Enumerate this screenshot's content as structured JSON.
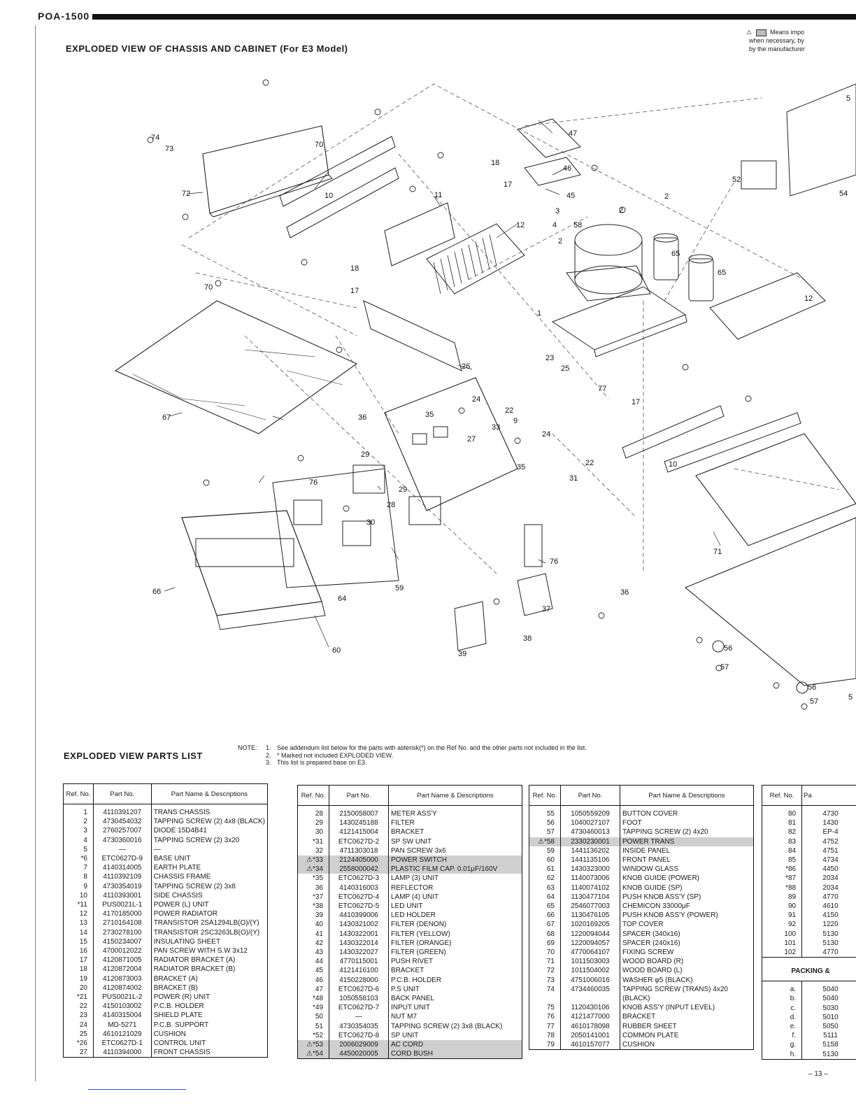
{
  "header": {
    "model": "POA-1500"
  },
  "title": "EXPLODED VIEW OF CHASSIS AND CABINET (For E3 Model)",
  "legend": [
    "Means impo",
    "when necessary, by",
    "by the manufacturer"
  ],
  "diagram_labels": [
    "74",
    "73",
    "72",
    "10",
    "18",
    "17",
    "47",
    "46",
    "45",
    "11",
    "12",
    "3",
    "4",
    "58",
    "2",
    "65",
    "52",
    "54",
    "70",
    "18",
    "17",
    "1",
    "26",
    "23",
    "25",
    "77",
    "17",
    "24",
    "22",
    "36",
    "35",
    "33",
    "9",
    "27",
    "67",
    "29",
    "76",
    "28",
    "30",
    "24",
    "35",
    "22",
    "31",
    "10",
    "59",
    "76",
    "66",
    "64",
    "60",
    "37",
    "38",
    "39",
    "36",
    "71",
    "56",
    "57",
    "56",
    "57",
    "5",
    "12"
  ],
  "parts": {
    "title": "EXPLODED VIEW PARTS LIST",
    "note_label": "NOTE:",
    "notes": [
      {
        "n": "1.",
        "text": "See addendum list below for the parts with asterisk(*) on the Ref No. and the other parts not included in the list."
      },
      {
        "n": "2.",
        "text": "* Marked not included EXPLODED VIEW."
      },
      {
        "n": "3.",
        "text": "This list is prepared base on E3."
      }
    ],
    "headers": {
      "ref": "Ref. No.",
      "part": "Part No.",
      "desc": "Part Name & Descriptions",
      "part_short": "Pa"
    },
    "col1": [
      [
        "1",
        "4110391207",
        "TRANS CHASSIS"
      ],
      [
        "2",
        "4730454032",
        "TAPPING SCREW (2) 4x8 (BLACK)"
      ],
      [
        "3",
        "2760257007",
        "DIODE 15D4B41"
      ],
      [
        "4",
        "4730360016",
        "TAPPING SCREW (2) 3x20"
      ],
      [
        "5",
        "—",
        "—"
      ],
      [
        "*6",
        "ETC0627D-9",
        "BASE UNIT"
      ],
      [
        "7",
        "4140314005",
        "EARTH PLATE"
      ],
      [
        "8",
        "4110392109",
        "CHASSIS FRAME"
      ],
      [
        "9",
        "4730354019",
        "TAPPING SCREW (2) 3x8"
      ],
      [
        "10",
        "4110393001",
        "SIDE CHASSIS"
      ],
      [
        "*11",
        "PUS0021L-1",
        "POWER (L) UNIT"
      ],
      [
        "12",
        "4170185000",
        "POWER RADIATOR"
      ],
      [
        "13",
        "2710164108",
        "TRANSISTOR 2SA1294LB(O)/(Y)"
      ],
      [
        "14",
        "2730278100",
        "TRANSISTOR 2SC3263LB(O)/(Y)"
      ],
      [
        "15",
        "4150234007",
        "INSULATING SHEET"
      ],
      [
        "16",
        "4700012022",
        "PAN SCREW WITH S.W 3x12"
      ],
      [
        "17",
        "4120871005",
        "RADIATOR BRACKET (A)"
      ],
      [
        "18",
        "4120872004",
        "RADIATOR BRACKET (B)"
      ],
      [
        "19",
        "4120873003",
        "BRACKET (A)"
      ],
      [
        "20",
        "4120874002",
        "BRACKET (B)"
      ],
      [
        "*21",
        "PUS0021L-2",
        "POWER (R) UNIT"
      ],
      [
        "22",
        "4150103002",
        "P.C.B. HOLDER"
      ],
      [
        "23",
        "4140315004",
        "SHIELD PLATE"
      ],
      [
        "24",
        "MD-5271",
        "P.C.B. SUPPORT"
      ],
      [
        "25",
        "4610121029",
        "CUSHION"
      ],
      [
        "*26",
        "ETC0627D-1",
        "CONTROL UNIT"
      ],
      [
        "27",
        "4110394000",
        "FRONT CHASSIS"
      ]
    ],
    "col2": [
      [
        "28",
        "2150058007",
        "METER ASS'Y"
      ],
      [
        "29",
        "1430245188",
        "FILTER"
      ],
      [
        "30",
        "4121415004",
        "BRACKET"
      ],
      [
        "*31",
        "ETC0627D-2",
        "SP SW UNIT"
      ],
      [
        "32",
        "4711303018",
        "PAN SCREW 3x6"
      ],
      [
        "⚠*33",
        "2124405000",
        "POWER SWITCH"
      ],
      [
        "⚠*34",
        "2558000042",
        "PLASTIC FILM CAP. 0.01μF/160V"
      ],
      [
        "*35",
        "ETC0627D-3",
        "LAMP (3) UNIT"
      ],
      [
        "36",
        "4140316003",
        "REFLECTOR"
      ],
      [
        "*37",
        "ETC0627D-4",
        "LAMP (4) UNIT"
      ],
      [
        "*38",
        "ETC0627D-5",
        "LED UNIT"
      ],
      [
        "39",
        "4410399006",
        "LED HOLDER"
      ],
      [
        "40",
        "1430321002",
        "FILTER (DENON)"
      ],
      [
        "41",
        "1430322001",
        "FILTER (YELLOW)"
      ],
      [
        "42",
        "1430322014",
        "FILTER (ORANGE)"
      ],
      [
        "43",
        "1430322027",
        "FILTER (GREEN)"
      ],
      [
        "44",
        "4770115001",
        "PUSH RIVET"
      ],
      [
        "45",
        "4121416100",
        "BRACKET"
      ],
      [
        "46",
        "4150228000",
        "P.C.B. HOLDER"
      ],
      [
        "47",
        "ETC0627D-6",
        "P.S UNIT"
      ],
      [
        "*48",
        "1050558103",
        "BACK PANEL"
      ],
      [
        "*49",
        "ETC0627D-7",
        "INPUT UNIT"
      ],
      [
        "50",
        "—",
        "NUT M7"
      ],
      [
        "51",
        "4730354035",
        "TAPPING SCREW (2) 3x8 (BLACK)"
      ],
      [
        "*52",
        "ETC0627D-8",
        "SP UNIT"
      ],
      [
        "⚠*53",
        "2006029009",
        "AC CORD"
      ],
      [
        "⚠*54",
        "4450020005",
        "CORD BUSH"
      ]
    ],
    "col3": [
      [
        "55",
        "1050559209",
        "BUTTON COVER"
      ],
      [
        "56",
        "1040027107",
        "FOOT"
      ],
      [
        "57",
        "4730460013",
        "TAPPING SCREW (2) 4x20"
      ],
      [
        "⚠*58",
        "2330230001",
        "POWER TRANS"
      ],
      [
        "59",
        "1441136202",
        "INSIDE PANEL"
      ],
      [
        "60",
        "1441135106",
        "FRONT PANEL"
      ],
      [
        "61",
        "1430323000",
        "WINDOW GLASS"
      ],
      [
        "62",
        "1140073006",
        "KNOB GUIDE (POWER)"
      ],
      [
        "63",
        "1140074102",
        "KNOB GUIDE (SP)"
      ],
      [
        "64",
        "1130477104",
        "PUSH KNOB ASS'Y (SP)"
      ],
      [
        "65",
        "2546077003",
        "CHEMICON 33000μF"
      ],
      [
        "66",
        "1130476105",
        "PUSH KNOB ASS'Y (POWER)"
      ],
      [
        "67",
        "1020169205",
        "TOP COVER"
      ],
      [
        "68",
        "1220094044",
        "SPACER (340x16)"
      ],
      [
        "69",
        "1220094057",
        "SPACER (240x16)"
      ],
      [
        "70",
        "4770064107",
        "FIXING SCREW"
      ],
      [
        "71",
        "1011503003",
        "WOOD BOARD (R)"
      ],
      [
        "72",
        "1011504002",
        "WOOD BOARD (L)"
      ],
      [
        "73",
        "4751006016",
        "WASHER φ5 (BLACK)"
      ],
      [
        "74",
        "4734460035",
        "TAPPING SCREW (TRANS) 4x20"
      ],
      [
        "",
        "",
        "(BLACK)"
      ],
      [
        "75",
        "1120430106",
        "KNOB ASS'Y (INPUT LEVEL)"
      ],
      [
        "76",
        "4121477000",
        "BRACKET"
      ],
      [
        "77",
        "4610178098",
        "RUBBER SHEET"
      ],
      [
        "78",
        "2050141001",
        "COMMON PLATE"
      ],
      [
        "79",
        "4610157077",
        "CUSHION"
      ]
    ],
    "col4": [
      [
        "80",
        "4730"
      ],
      [
        "81",
        "1430"
      ],
      [
        "82",
        "EP-4"
      ],
      [
        "83",
        "4752"
      ],
      [
        "84",
        "4751"
      ],
      [
        "85",
        "4734"
      ],
      [
        "*86",
        "4450"
      ],
      [
        "*87",
        "2034"
      ],
      [
        "*88",
        "2034"
      ],
      [
        "89",
        "4770"
      ],
      [
        "90",
        "4610"
      ],
      [
        "91",
        "4150"
      ],
      [
        "92",
        "1220"
      ],
      [
        "100",
        "5130"
      ],
      [
        "101",
        "5130"
      ],
      [
        "102",
        "4770"
      ]
    ],
    "packing_title": "PACKING &",
    "packing": [
      [
        "a.",
        "5040"
      ],
      [
        "b.",
        "5040"
      ],
      [
        "c.",
        "5030"
      ],
      [
        "d.",
        "5010"
      ],
      [
        "e.",
        "5050"
      ],
      [
        "f.",
        "5111"
      ],
      [
        "g.",
        "5158"
      ],
      [
        "h.",
        "5130"
      ]
    ]
  },
  "page_number": "– 13 –"
}
